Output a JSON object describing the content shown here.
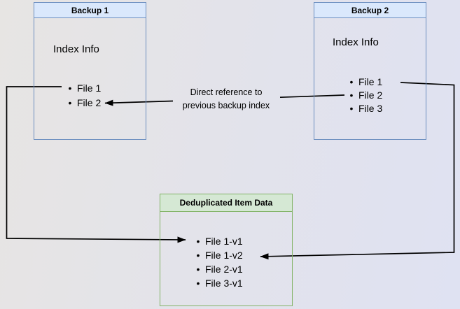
{
  "diagram": {
    "backup1": {
      "title": "Backup 1",
      "body_label": "Index Info",
      "items": [
        "File 1",
        "File 2"
      ]
    },
    "backup2": {
      "title": "Backup 2",
      "body_label": "Index Info",
      "items": [
        "File 1",
        "File 2",
        "File 3"
      ]
    },
    "dedup": {
      "title": "Deduplicated Item Data",
      "items": [
        "File 1-v1",
        "File 1-v2",
        "File 2-v1",
        "File 3-v1"
      ]
    },
    "edge_label": {
      "line1": "Direct reference to",
      "line2": "previous backup index"
    },
    "glyphs": {
      "bullet": "•"
    },
    "colors": {
      "blue_fill": "#dae8fc",
      "blue_border": "#6c8ebf",
      "green_fill": "#d5e8d4",
      "green_border": "#82b366",
      "line": "#000000"
    }
  }
}
